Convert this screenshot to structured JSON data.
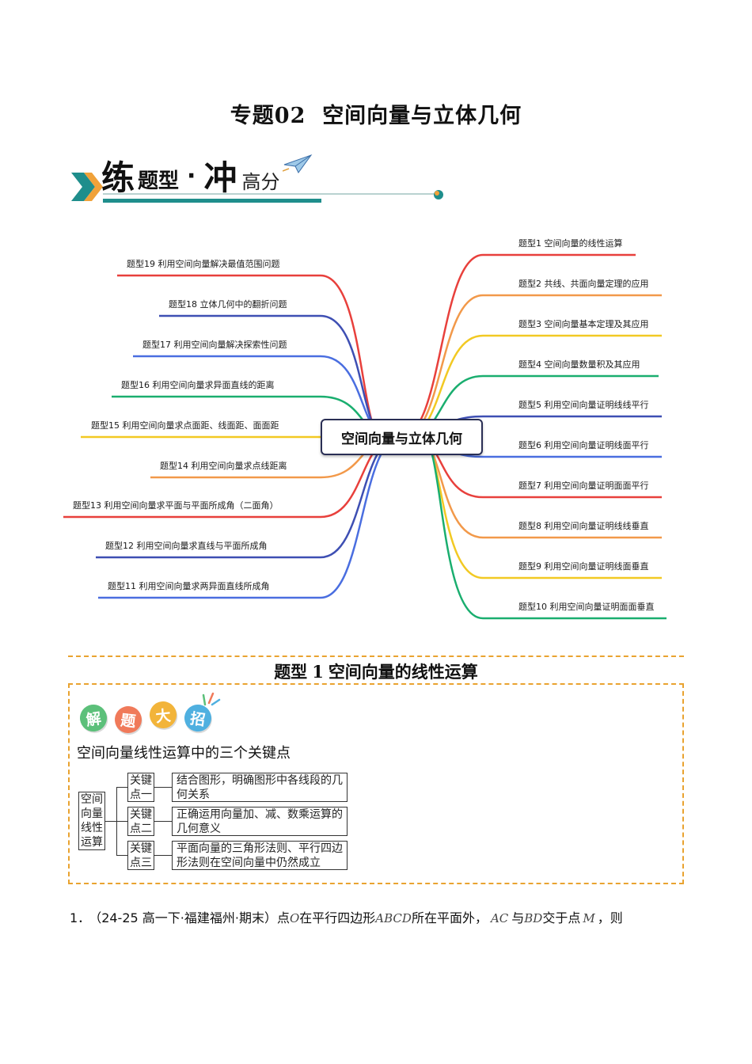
{
  "title": {
    "prefix": "专题",
    "number": "02",
    "text": "空间向量与立体几何"
  },
  "banner": {
    "char1": "练",
    "word1": "题型",
    "dot": "·",
    "char2": "冲",
    "word2": "高分"
  },
  "mindmap": {
    "center": "空间向量与立体几何",
    "right": [
      "题型1  空间向量的线性运算",
      "题型2  共线、共面向量定理的应用",
      "题型3  空间向量基本定理及其应用",
      "题型4  空间向量数量积及其应用",
      "题型5  利用空间向量证明线线平行",
      "题型6  利用空间向量证明线面平行",
      "题型7  利用空间向量证明面面平行",
      "题型8  利用空间向量证明线线垂直",
      "题型9  利用空间向量证明线面垂直",
      "题型10  利用空间向量证明面面垂直"
    ],
    "left": [
      "题型19  利用空间向量解决最值范围问题",
      "题型18  立体几何中的翻折问题",
      "题型17  利用空间向量解决探索性问题",
      "题型16  利用空间向量求异面直线的距离",
      "题型15  利用空间向量求点面距、线面距、面面距",
      "题型14  利用空间向量求点线距离",
      "题型13  利用空间向量求平面与平面所成角（二面角）",
      "题型12  利用空间向量求直线与平面所成角",
      "题型11  利用空间向量求两异面直线所成角"
    ],
    "colors": [
      "#e8403c",
      "#f2994a",
      "#f2c923",
      "#1aae6f",
      "#3e4fb3",
      "#4a6ee0"
    ]
  },
  "section": {
    "prefix": "题型",
    "number": "1",
    "text": "空间向量的线性运算"
  },
  "tips": {
    "badges": [
      {
        "char": "解",
        "color": "#5cc07a"
      },
      {
        "char": "题",
        "color": "#f07a5a"
      },
      {
        "char": "大",
        "color": "#f2b43a"
      },
      {
        "char": "招",
        "color": "#4fb0e0"
      }
    ],
    "heading": "空间向量线性运算中的三个关键点",
    "root": "空间向量线性运算",
    "keys": [
      {
        "label": "关键点一",
        "text": "结合图形，明确图形中各线段的几何关系"
      },
      {
        "label": "关键点二",
        "text": "正确运用向量加、减、数乘运算的几何意义"
      },
      {
        "label": "关键点三",
        "text": "平面向量的三角形法则、平行四边形法则在空间向量中仍然成立"
      }
    ]
  },
  "question": {
    "number": "1．",
    "source": "（24-25 高一下·福建福州·期末）",
    "t1": "点",
    "m1": "O",
    "t2": "在平行四边形",
    "m2": "ABCD",
    "t3": "所在平面外，",
    "m3": "AC",
    "t4": "与",
    "m4": "BD",
    "t5": "交于点",
    "m5": "M",
    "t6": "，则"
  }
}
